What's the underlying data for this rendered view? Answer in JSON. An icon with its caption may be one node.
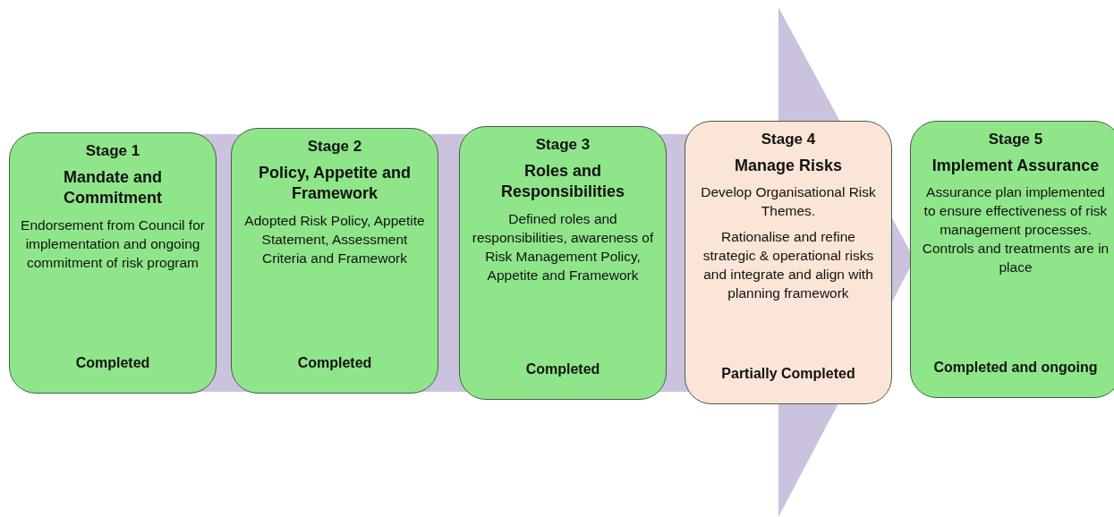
{
  "diagram": {
    "nodes": [
      {
        "text": [
          "Stage 1",
          "Mandate and Commitment",
          "Endorsement from Council for implementation and ongoing commitment of risk program",
          "Completed"
        ]
      },
      {
        "text": [
          "Stage 2",
          "Policy, Appetite and Framework",
          "Adopted Risk Policy, Appetite Statement, Assessment Criteria and Framework",
          "Completed"
        ]
      },
      {
        "text": [
          "Stage 3",
          "Roles and Responsibilities",
          "Defined roles and responsibilities, awareness of Risk Management Policy, Appetite and Framework",
          "Completed"
        ]
      },
      {
        "text": [
          "Stage 4",
          "Manage Risks",
          "Develop Organisational Risk Themes.",
          "Rationalise and refine strategic & operational risks and integrate and align with planning framework",
          "Partially Completed"
        ]
      },
      {
        "text": [
          "Stage 5",
          "Implement Assurance",
          "Assurance plan implemented to ensure effectiveness of risk management processes. Controls and treatments are in place",
          "Completed and ongoing"
        ]
      }
    ],
    "edges": [
      {
        "from": 0,
        "to": 4,
        "arrow": "to"
      }
    ]
  }
}
